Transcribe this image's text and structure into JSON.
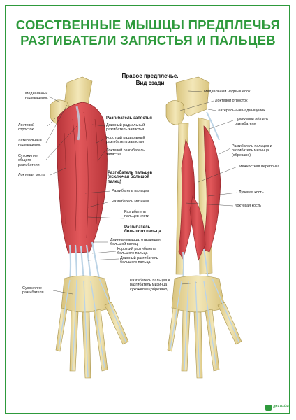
{
  "title": {
    "line1": "СОБСТВЕННЫЕ МЫШЦЫ ПРЕДПЛЕЧЬЯ",
    "line2": "РАЗГИБАТЕЛИ ЗАПЯСТЬЯ И ПАЛЬЦЕВ"
  },
  "subtitle": {
    "line1": "Правое предплечье.",
    "line2": "Вид сзади"
  },
  "left_labels": {
    "medial_epicondyle": "Медиальный надмыщелок",
    "olecranon": "Локтевой отросток",
    "lateral_epicondyle": "Латеральный надмыщелок",
    "common_extensor_tendon": "Сухожилие общего разгибателя",
    "ulna": "Локтевая кость",
    "extensor_tendon": "Сухожилие разгибателя"
  },
  "center_labels": {
    "wrist_extensor_head": "Разгибатель запястья",
    "ext_carpi_rad_longus": "Длинный радиальный разгибатель запястья",
    "ext_carpi_rad_brevis": "Короткий радиальный разгибатель запястья",
    "ext_carpi_ulnaris": "Локтевой разгибатель запястья",
    "finger_extensor_head": "Разгибатель пальцев (исключая большой палец)",
    "ext_digitorum": "Разгибатель пальцев",
    "ext_digiti_minimi": "Разгибатель мизинца",
    "ext_indicis": "Разгибатель пальцев кисти",
    "thumb_extensor_head": "Разгибатель большого пальца",
    "abd_pollicis_longus": "Длинная мышца, отводящая большой палец",
    "ext_pollicis_brevis": "Короткий разгибатель большого пальца",
    "ext_pollicis_longus": "Длинный разгибатель большого пальца"
  },
  "right_labels": {
    "medial_epicondyle": "Медиальный надмыщелок",
    "olecranon": "Локтевой отросток",
    "lateral_epicondyle": "Латеральный надмыщелок",
    "common_extensor_tendon": "Сухожилие общего разгибателя",
    "cut_extensors": "Разгибатель пальцев и разгибатель мизинца (обрезано)",
    "interosseous": "Межкостная перепонка",
    "radius": "Лучевая кость",
    "ulna": "Локтевая кость",
    "cut_tendons": "Разгибатель пальцев и разгибатель мизинца сухожилие (обрезано)"
  },
  "logo": {
    "name": "ДИАЛАЙН",
    "icon": "publisher-logo-icon"
  },
  "colors": {
    "title": "#2e9a3c",
    "muscle": "#d94a4e",
    "muscle_dark": "#b8353a",
    "tendon": "#bcd4e6",
    "bone": "#efe1a8",
    "bone_shadow": "#d9c47e"
  }
}
